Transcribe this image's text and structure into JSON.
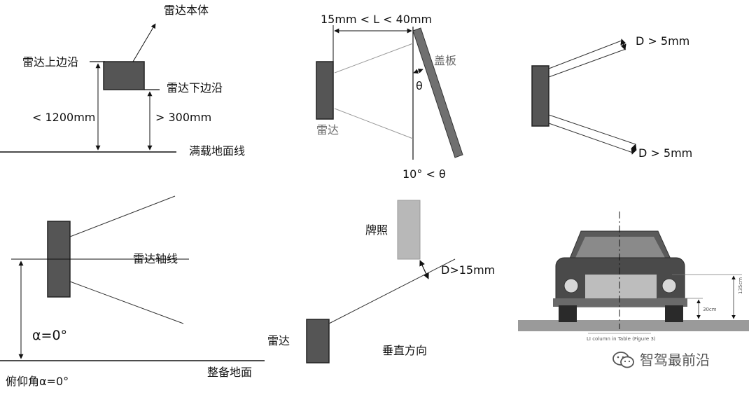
{
  "panel1": {
    "radar_body": "雷达本体",
    "top_edge": "雷达上边沿",
    "bottom_edge": "雷达下边沿",
    "max_height": "< 1200mm",
    "min_height": "> 300mm",
    "ground_line": "满载地面线"
  },
  "panel2": {
    "distance": "15mm < L < 40mm",
    "cover_plate": "盖板",
    "theta": "θ",
    "radar": "雷达",
    "angle_condition": "10° < θ"
  },
  "panel3": {
    "top_gap": "D > 5mm",
    "bottom_gap": "D > 5mm"
  },
  "panel4": {
    "radar_axis": "雷达轴线",
    "alpha_value": "α=0°",
    "ground": "整备地面",
    "pitch_angle": "俯仰角α=0°"
  },
  "panel5": {
    "license_plate": "牌照",
    "gap": "D>15mm",
    "radar": "雷达",
    "vertical_direction": "垂直方向"
  },
  "panel6": {
    "dim_high": "135cm",
    "dim_low": "30cm",
    "caption": "LI column in Table (Figure 3)"
  },
  "watermark": {
    "text": "智驾最前沿",
    "icon": "wechat-icon"
  },
  "colors": {
    "radar_fill": "#555555",
    "plate_fill": "#b8b8b8",
    "cover_fill": "#707070",
    "line": "#111111",
    "thin_line": "#888888"
  }
}
